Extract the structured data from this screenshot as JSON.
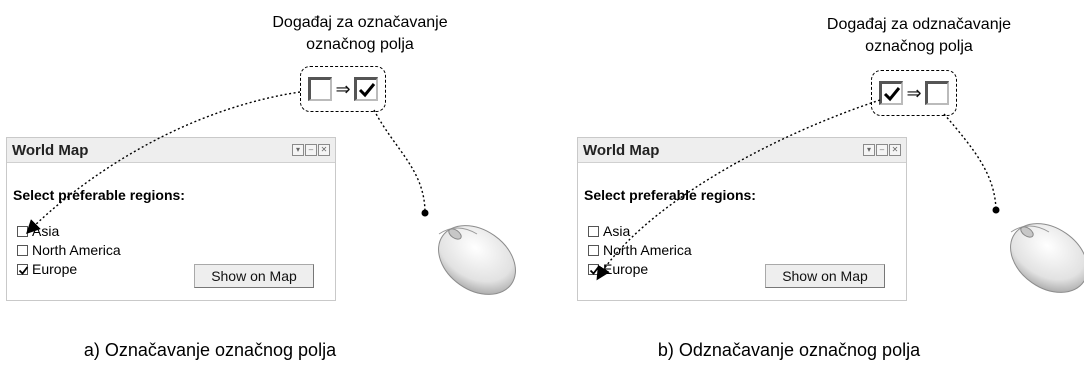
{
  "panels": [
    {
      "event_title_line1": "Događaj za označavanje",
      "event_title_line2": "označnog polja",
      "from_checked": false,
      "to_checked": true,
      "widget": {
        "title": "World Map",
        "prompt": "Select preferable regions:",
        "regions": [
          {
            "label": "Asia",
            "checked": false
          },
          {
            "label": "North America",
            "checked": false
          },
          {
            "label": "Europe",
            "checked": true
          }
        ],
        "button_label": "Show on Map"
      },
      "caption": "a) Označavanje označnog polja"
    },
    {
      "event_title_line1": "Događaj za odznačavanje",
      "event_title_line2": "označnog polja",
      "from_checked": true,
      "to_checked": false,
      "widget": {
        "title": "World Map",
        "prompt": "Select preferable regions:",
        "regions": [
          {
            "label": "Asia",
            "checked": false
          },
          {
            "label": "North America",
            "checked": false
          },
          {
            "label": "Europe",
            "checked": true
          }
        ],
        "button_label": "Show on Map"
      },
      "caption": "b) Odznačavanje označnog polja"
    }
  ],
  "icons": {
    "transition_arrow": "⇒",
    "checkmark": "check-icon",
    "mouse": "mouse-icon"
  }
}
